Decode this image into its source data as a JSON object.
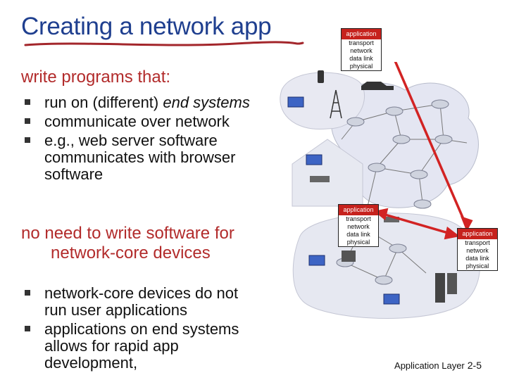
{
  "title": "Creating a network app",
  "intro": "write programs that:",
  "bullets_top": [
    {
      "pre": "run on (different) ",
      "em": "end systems",
      "post": ""
    },
    {
      "pre": "communicate over network",
      "em": "",
      "post": ""
    },
    {
      "pre": "e.g., web server software communicates with browser software",
      "em": "",
      "post": ""
    }
  ],
  "core_heading": "no need to write software for network-core devices",
  "bullets_bottom": [
    {
      "pre": "network-core devices do not run user applications",
      "em": "",
      "post": ""
    },
    {
      "pre": "applications on end systems  allows for rapid app development,",
      "em": "",
      "post": ""
    }
  ],
  "stacks": [
    {
      "layers": [
        "application",
        "transport",
        "network",
        "data link",
        "physical"
      ]
    },
    {
      "layers": [
        "application",
        "transport",
        "network",
        "data link",
        "physical"
      ]
    },
    {
      "layers": [
        "application",
        "transport",
        "network",
        "data link",
        "physical"
      ]
    }
  ],
  "footer": {
    "label": "Application Layer",
    "page": "2-5"
  },
  "colors": {
    "title": "#1f3f8f",
    "accent_red": "#c6221d",
    "underline": "#a3262b"
  }
}
